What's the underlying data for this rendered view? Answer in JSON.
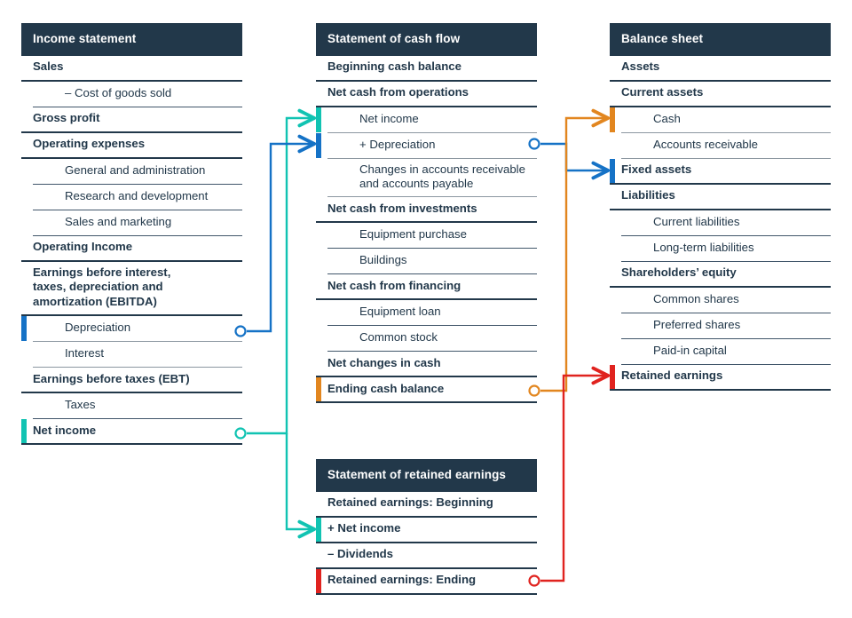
{
  "diagram": {
    "title": "Three financial statements linkage diagram",
    "colors": {
      "header_navy": "#22384a",
      "rule_navy": "#22384a",
      "rule_light": "#8c97a1",
      "teal": "#11c3b2",
      "blue": "#1572c6",
      "orange": "#e2861f",
      "red": "#e0231f",
      "background": "#ffffff",
      "text": "#22384a"
    }
  },
  "panels": {
    "income_statement": {
      "title": "Income statement",
      "rows": [
        {
          "label": "Sales",
          "level": 0,
          "tab": null
        },
        {
          "label": "– Cost of goods sold",
          "level": 1,
          "tab": null
        },
        {
          "label": "Gross profit",
          "level": 0,
          "tab": null
        },
        {
          "label": "Operating expenses",
          "level": 0,
          "tab": null
        },
        {
          "label": "General and administration",
          "level": 1,
          "tab": null
        },
        {
          "label": "Research and development",
          "level": 1,
          "tab": null
        },
        {
          "label": "Sales and marketing",
          "level": 1,
          "tab": null
        },
        {
          "label": "Operating Income",
          "level": 0,
          "tab": null
        },
        {
          "label": "Earnings before interest,\ntaxes, depreciation and\namortization (EBITDA)",
          "level": 0,
          "tab": null
        },
        {
          "label": "Depreciation",
          "level": 1,
          "tab": "blue"
        },
        {
          "label": "Interest",
          "level": 1,
          "tab": null
        },
        {
          "label": "Earnings before taxes (EBT)",
          "level": 0,
          "tab": null
        },
        {
          "label": "Taxes",
          "level": 1,
          "tab": null
        },
        {
          "label": "Net income",
          "level": 0,
          "tab": "teal"
        }
      ]
    },
    "cash_flow": {
      "title": "Statement of cash flow",
      "rows": [
        {
          "label": "Beginning cash balance",
          "level": 0,
          "tab": null
        },
        {
          "label": "Net cash from operations",
          "level": 0,
          "tab": null
        },
        {
          "label": "Net income",
          "level": 1,
          "tab": "teal"
        },
        {
          "label": "+ Depreciation",
          "level": 1,
          "tab": "blue"
        },
        {
          "label": "Changes in accounts receivable\nand accounts payable",
          "level": 1,
          "tab": null
        },
        {
          "label": "Net cash from investments",
          "level": 0,
          "tab": null
        },
        {
          "label": "Equipment purchase",
          "level": 1,
          "tab": null
        },
        {
          "label": "Buildings",
          "level": 1,
          "tab": null
        },
        {
          "label": "Net cash from financing",
          "level": 0,
          "tab": null
        },
        {
          "label": "Equipment loan",
          "level": 1,
          "tab": null
        },
        {
          "label": "Common stock",
          "level": 1,
          "tab": null
        },
        {
          "label": "Net changes in cash",
          "level": 0,
          "tab": null
        },
        {
          "label": "Ending cash balance",
          "level": 0,
          "tab": "orange"
        }
      ]
    },
    "balance_sheet": {
      "title": "Balance sheet",
      "rows": [
        {
          "label": "Assets",
          "level": 0,
          "tab": null
        },
        {
          "label": "Current assets",
          "level": 0,
          "tab": null
        },
        {
          "label": "Cash",
          "level": 1,
          "tab": "orange"
        },
        {
          "label": "Accounts receivable",
          "level": 1,
          "tab": null
        },
        {
          "label": "Fixed assets",
          "level": 0,
          "tab": "blue"
        },
        {
          "label": "Liabilities",
          "level": 0,
          "tab": null
        },
        {
          "label": "Current liabilities",
          "level": 1,
          "tab": null
        },
        {
          "label": "Long-term liabilities",
          "level": 1,
          "tab": null
        },
        {
          "label": "Shareholders’ equity",
          "level": 0,
          "tab": null
        },
        {
          "label": "Common shares",
          "level": 1,
          "tab": null
        },
        {
          "label": "Preferred shares",
          "level": 1,
          "tab": null
        },
        {
          "label": "Paid-in capital",
          "level": 1,
          "tab": null
        },
        {
          "label": "Retained earnings",
          "level": 0,
          "tab": "red"
        }
      ]
    },
    "retained_earnings": {
      "title": "Statement of retained earnings",
      "rows": [
        {
          "label": "Retained earnings: Beginning",
          "level": 0,
          "tab": null
        },
        {
          "label": "+ Net income",
          "level": 0,
          "tab": "teal"
        },
        {
          "label": "– Dividends",
          "level": 0,
          "tab": null
        },
        {
          "label": "Retained earnings: Ending",
          "level": 0,
          "tab": "red"
        }
      ]
    }
  },
  "connectors": [
    {
      "name": "net-income-to-cash-flow",
      "color": "#11c3b2",
      "from": "Income statement: Net income",
      "to": "Statement of cash flow: Net income"
    },
    {
      "name": "net-income-to-retained-earnings",
      "color": "#11c3b2",
      "from": "Income statement: Net income",
      "to": "Statement of retained earnings: + Net income"
    },
    {
      "name": "depreciation-to-cash-flow",
      "color": "#1572c6",
      "from": "Income statement: Depreciation",
      "to": "Statement of cash flow: + Depreciation"
    },
    {
      "name": "depreciation-to-fixed-assets",
      "color": "#1572c6",
      "from": "Statement of cash flow: + Depreciation",
      "to": "Balance sheet: Fixed assets"
    },
    {
      "name": "ending-cash-to-cash",
      "color": "#e2861f",
      "from": "Statement of cash flow: Ending cash balance",
      "to": "Balance sheet: Cash"
    },
    {
      "name": "retained-earnings-ending-to-balance-sheet",
      "color": "#e0231f",
      "from": "Statement of retained earnings: Retained earnings: Ending",
      "to": "Balance sheet: Retained earnings"
    }
  ]
}
